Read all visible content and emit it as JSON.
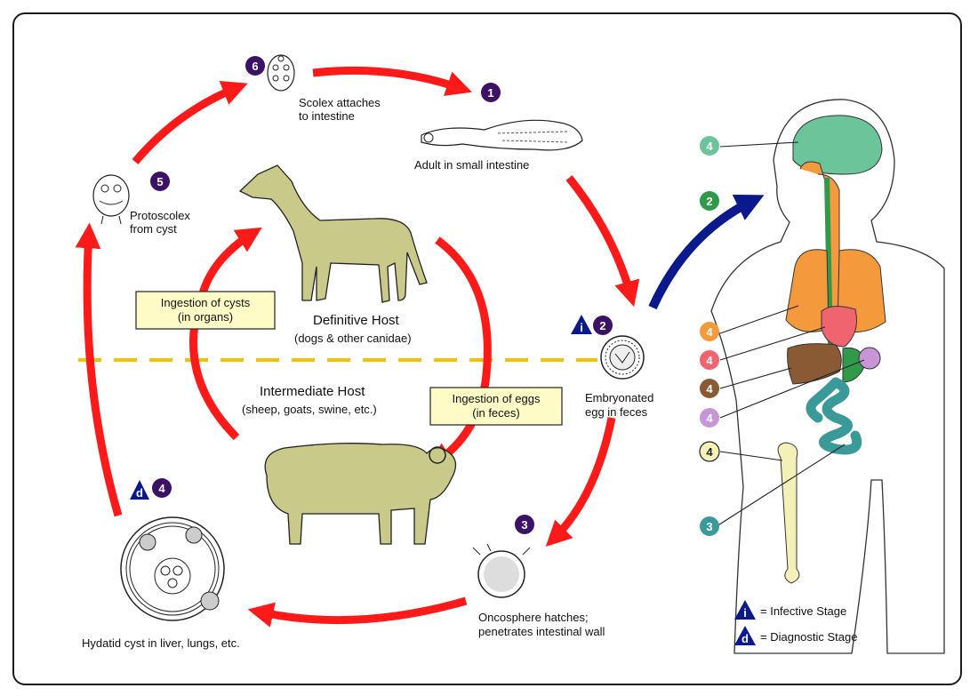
{
  "colors": {
    "arrow_red": "#ff1a1a",
    "arrow_blue": "#0a1a8c",
    "dashed_line": "#f2c200",
    "badge_purple": "#3b1266",
    "box_fill": "#fffbc7",
    "body_animal": "#c9c98a",
    "organ_brain": "#6cc49a",
    "organ_lung": "#f59a3c",
    "organ_heart": "#f06470",
    "organ_liver": "#8a5a34",
    "organ_intestine": "#3a9a9a",
    "organ_spleen": "#c896d6",
    "organ_bone": "#f3f0b8",
    "organ_esophagus": "#2f9a4a"
  },
  "stages": {
    "s1": {
      "num": "1",
      "label": "Adult in small intestine"
    },
    "s2": {
      "num": "2",
      "label_line1": "Embryonated",
      "label_line2": "egg in feces"
    },
    "s3": {
      "num": "3",
      "label_line1": "Oncosphere hatches;",
      "label_line2": "penetrates intestinal wall"
    },
    "s4": {
      "num": "4",
      "label": "Hydatid cyst in liver, lungs, etc."
    },
    "s5": {
      "num": "5",
      "label_line1": "Protoscolex",
      "label_line2": "from cyst"
    },
    "s6": {
      "num": "6",
      "label_line1": "Scolex attaches",
      "label_line2": "to intestine"
    }
  },
  "hosts": {
    "definitive": {
      "title": "Definitive Host",
      "subtitle": "(dogs & other canidae)"
    },
    "intermediate": {
      "title": "Intermediate Host",
      "subtitle": "(sheep, goats, swine, etc.)"
    }
  },
  "boxes": {
    "cysts": {
      "line1": "Ingestion of cysts",
      "line2": "(in organs)"
    },
    "eggs": {
      "line1": "Ingestion of eggs",
      "line2": "(in feces)"
    }
  },
  "human_badges": [
    "4",
    "2",
    "4",
    "4",
    "4",
    "4",
    "4",
    "3"
  ],
  "legend": {
    "infective_symbol": "i",
    "infective_label": "= Infective Stage",
    "diagnostic_symbol": "d",
    "diagnostic_label": "= Diagnostic Stage"
  }
}
